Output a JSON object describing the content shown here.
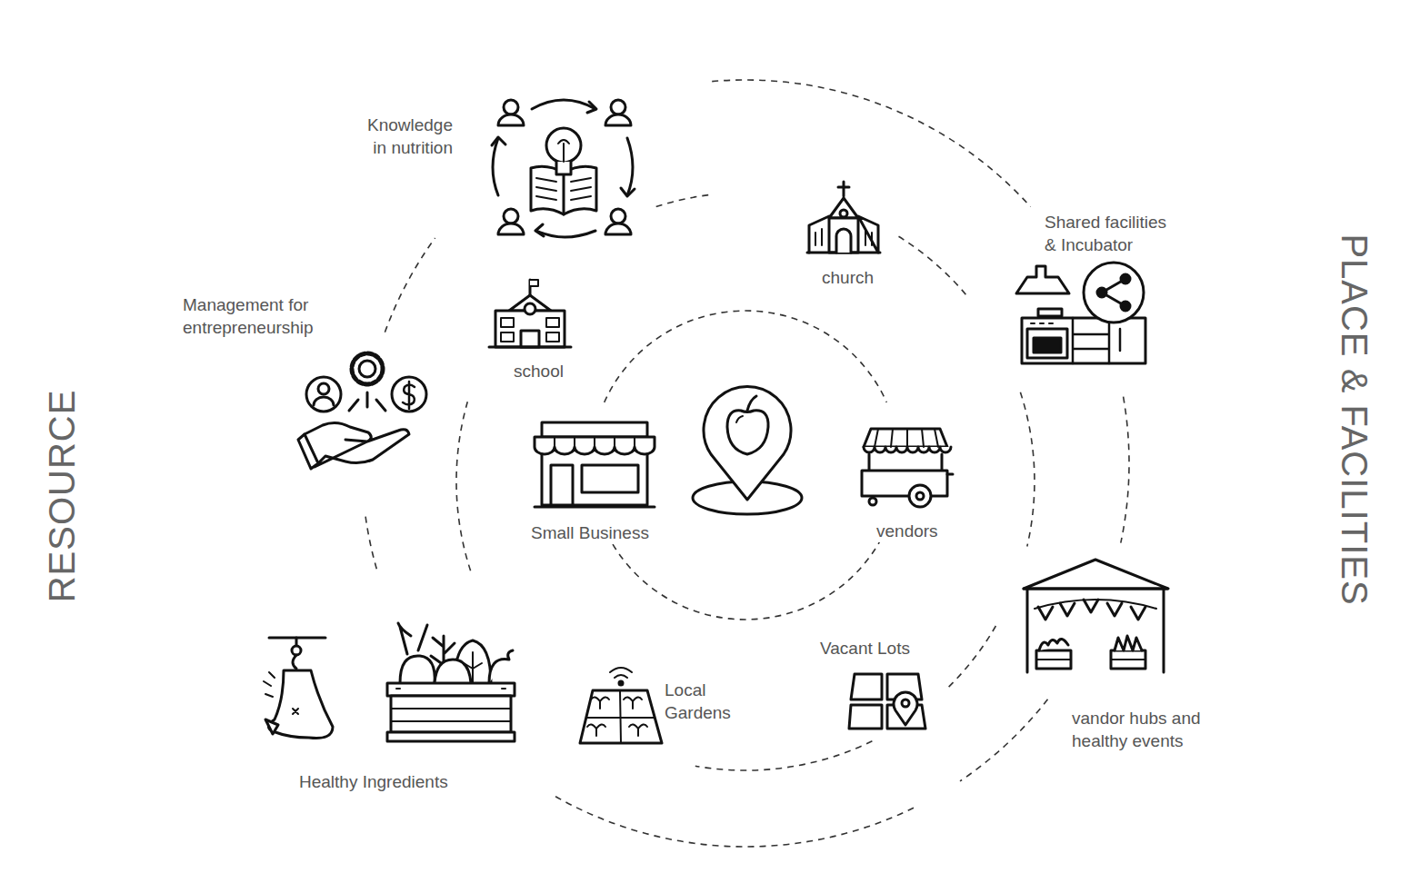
{
  "diagram": {
    "labels": [
      "Knowledge in nutrition",
      "church",
      "Shared facilities & Incubator",
      "Management for entrepreneurship",
      "school",
      "Small Business",
      "vendors",
      "Healthy Ingredients",
      "Local Gardens",
      "Vacant Lots",
      "vandor hubs and healthy events",
      "RESOURCE",
      "PLACE & FACILITIES"
    ]
  }
}
